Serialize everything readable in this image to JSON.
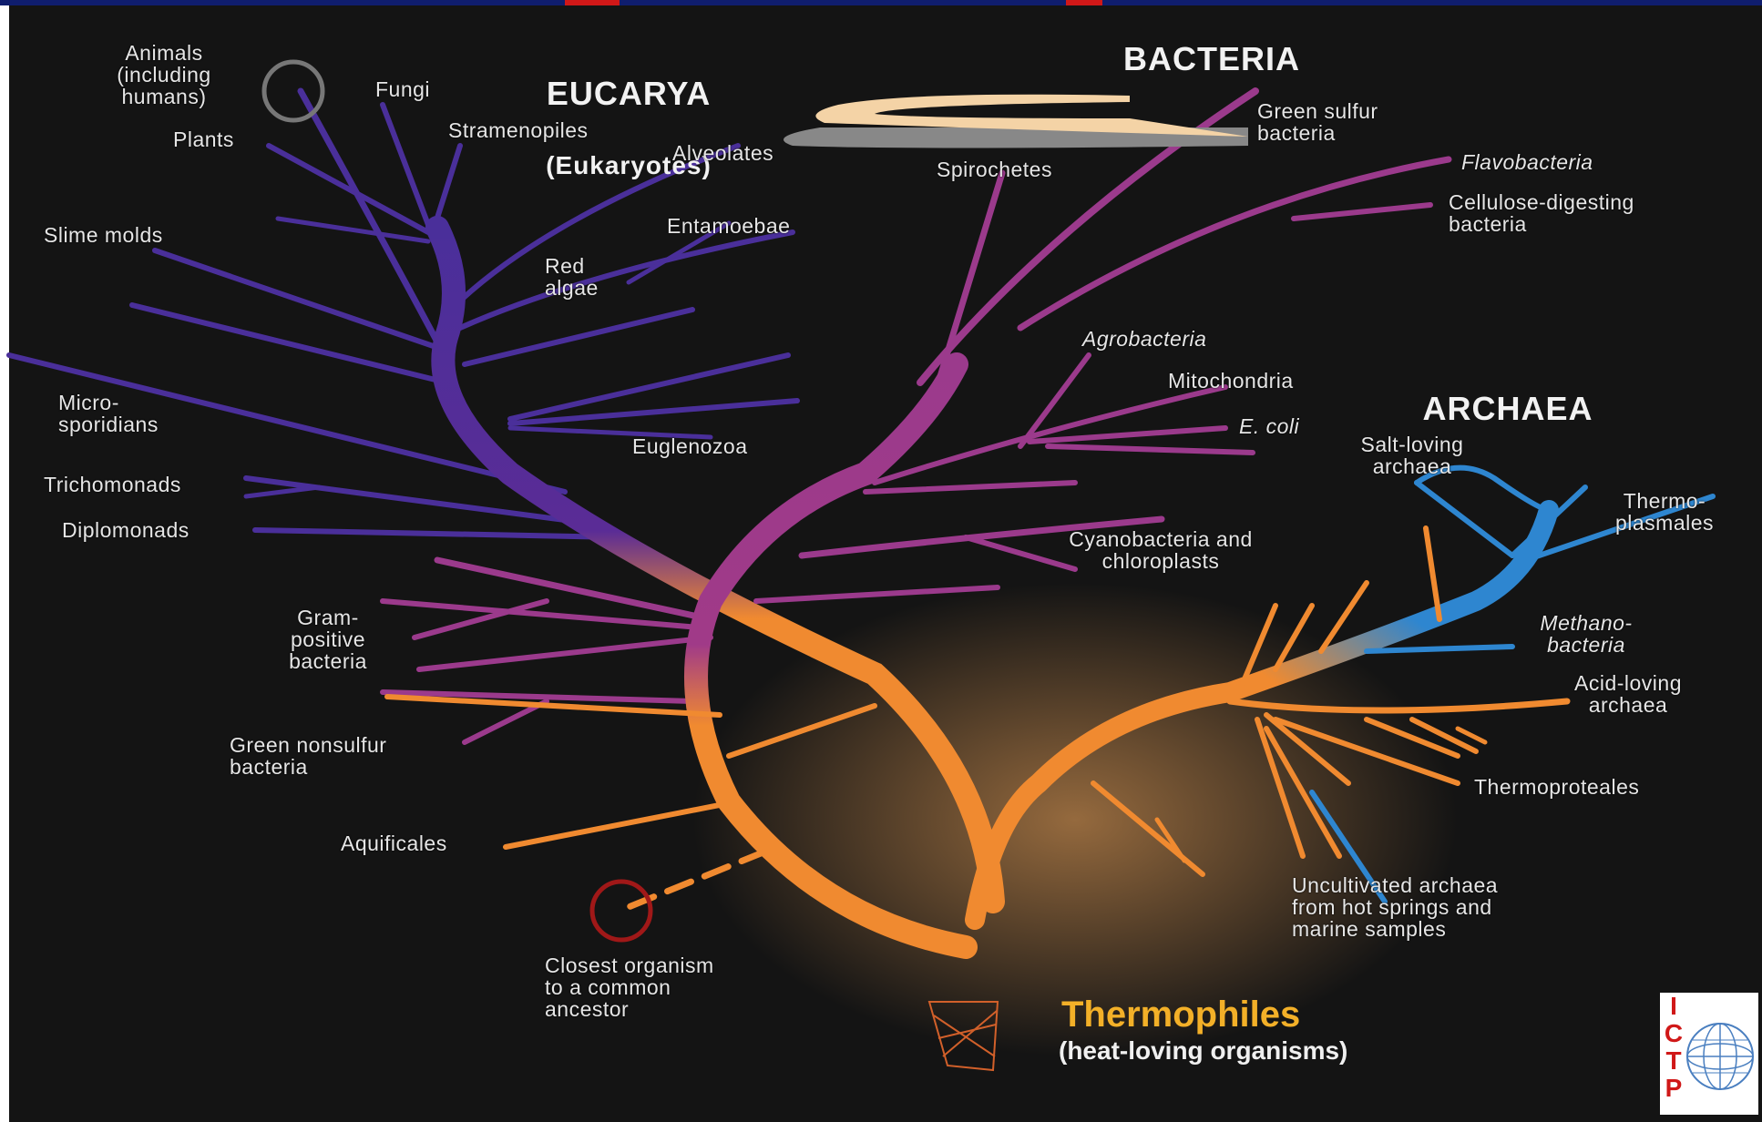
{
  "colors": {
    "background": "#141414",
    "eucarya": "#4a2f9a",
    "bacteria": "#9b3a8c",
    "thermophile": "#f08a30",
    "archaea": "#2e86d0",
    "top_bar": "#0f1d6e",
    "accent_red": "#d01818"
  },
  "domains": {
    "eucarya": "EUCARYA",
    "eucarya_sub": "(Eukaryotes)",
    "bacteria": "BACTERIA",
    "archaea": "ARCHAEA"
  },
  "thermophiles": {
    "title": "Thermophiles",
    "subtitle": "(heat-loving organisms)"
  },
  "labels": {
    "animals": "Animals\n(including\nhumans)",
    "fungi": "Fungi",
    "plants": "Plants",
    "stramenopiles": "Stramenopiles",
    "alveolates": "Alveolates",
    "slime_molds": "Slime molds",
    "entamoebae": "Entamoebae",
    "red_algae": "Red\nalgae",
    "microsporidians": "Micro-\nsporidians",
    "euglenozoa": "Euglenozoa",
    "trichomonads": "Trichomonads",
    "diplomonads": "Diplomonads",
    "gram_positive": "Gram-\npositive\nbacteria",
    "green_nonsulfur": "Green nonsulfur\nbacteria",
    "aquificales": "Aquificales",
    "closest": "Closest organism\nto a common\nancestor",
    "spirochetes": "Spirochetes",
    "green_sulfur": "Green sulfur\nbacteria",
    "flavobacteria": "Flavobacteria",
    "cellulose": "Cellulose-digesting\nbacteria",
    "agrobacteria": "Agrobacteria",
    "mitochondria": "Mitochondria",
    "ecoli": "E. coli",
    "cyanobacteria": "Cyanobacteria and\nchloroplasts",
    "salt_loving": "Salt-loving\narchaea",
    "thermoplasmales": "Thermo-\nplasmales",
    "methanobacteria": "Methano-\nbacteria",
    "acid_loving": "Acid-loving\narchaea",
    "thermoproteales": "Thermoproteales",
    "uncultivated": "Uncultivated archaea\nfrom hot springs and\nmarine samples"
  },
  "logo": {
    "text": "I\nC\nT\nP"
  }
}
